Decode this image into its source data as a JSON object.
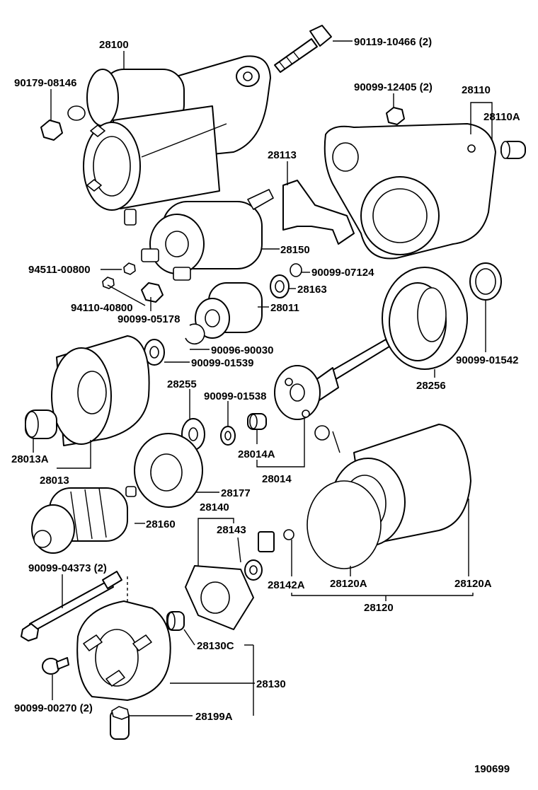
{
  "diagram_id": "190699",
  "labels": {
    "l28100": "28100",
    "l90119": "90119-10466 (2)",
    "l90179": "90179-08146",
    "l90099_12405": "90099-12405 (2)",
    "l28110": "28110",
    "l28110A": "28110A",
    "l28113": "28113",
    "l28150": "28150",
    "l94511": "94511-00800",
    "l90099_07124": "90099-07124",
    "l28163": "28163",
    "l94110": "94110-40800",
    "l28011": "28011",
    "l90099_05178": "90099-05178",
    "l90096": "90096-90030",
    "l90099_01539": "90099-01539",
    "l90099_01542": "90099-01542",
    "l28256": "28256",
    "l28255": "28255",
    "l90099_01538": "90099-01538",
    "l28013A": "28013A",
    "l28014A": "28014A",
    "l28013": "28013",
    "l28014": "28014",
    "l28177": "28177",
    "l28140": "28140",
    "l28160": "28160",
    "l28143": "28143",
    "l90099_04373": "90099-04373 (2)",
    "l28142A": "28142A",
    "l28120A_1": "28120A",
    "l28120A_2": "28120A",
    "l28120": "28120",
    "l28130C": "28130C",
    "l28130": "28130",
    "l90099_00270": "90099-00270 (2)",
    "l28199A": "28199A"
  }
}
